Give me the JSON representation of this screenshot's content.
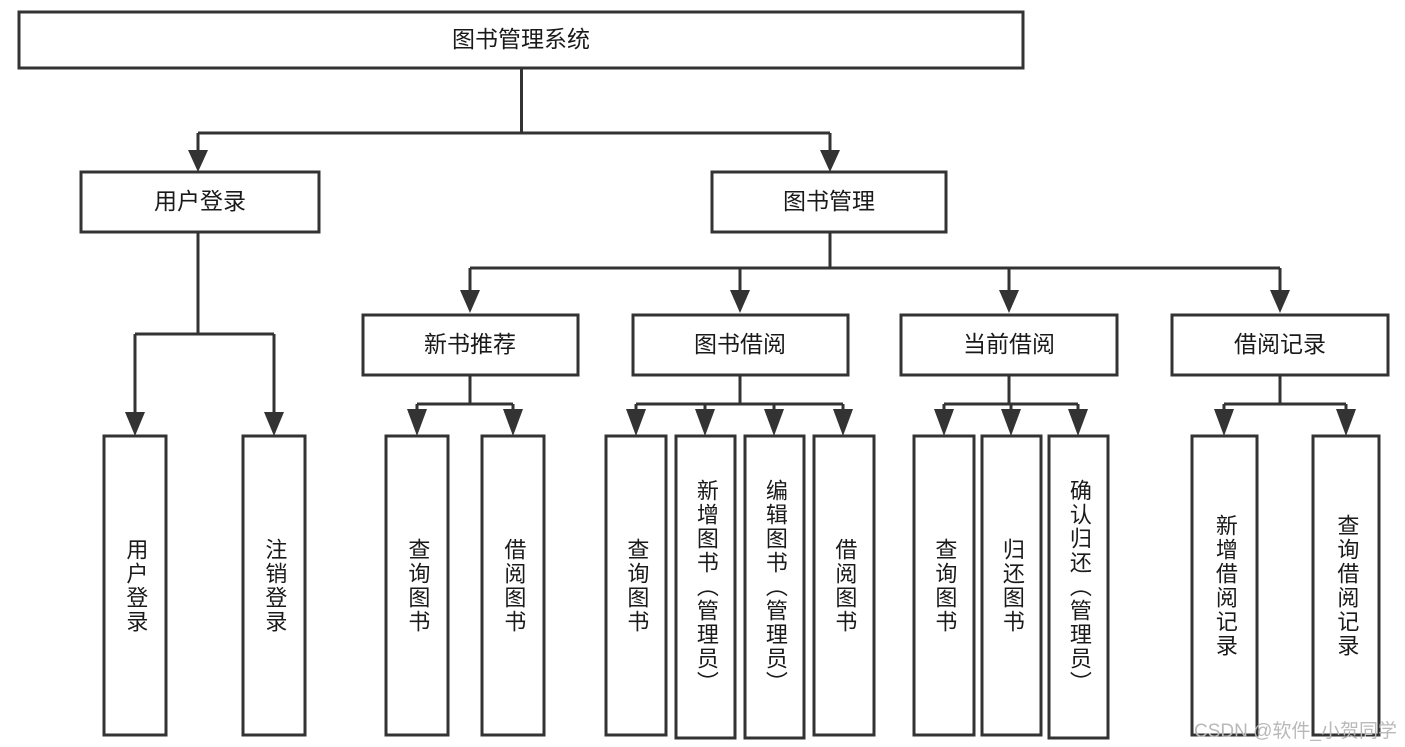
{
  "diagram": {
    "title": "图书管理系统",
    "type": "hierarchy-tree",
    "root": {
      "id": "root",
      "label": "图书管理系统"
    },
    "level1": [
      {
        "id": "user-login",
        "label": "用户登录"
      },
      {
        "id": "book-management",
        "label": "图书管理"
      }
    ],
    "level2": [
      {
        "id": "new-book-recommend",
        "label": "新书推荐",
        "parent": "book-management"
      },
      {
        "id": "book-borrow",
        "label": "图书借阅",
        "parent": "book-management"
      },
      {
        "id": "current-borrow",
        "label": "当前借阅",
        "parent": "book-management"
      },
      {
        "id": "borrow-record",
        "label": "借阅记录",
        "parent": "book-management"
      }
    ],
    "leaves": {
      "user-login": [
        {
          "id": "leaf-user-login",
          "label": "用户登录"
        },
        {
          "id": "leaf-user-logout",
          "label": "注销登录"
        }
      ],
      "new-book-recommend": [
        {
          "id": "leaf-query-book-1",
          "label": "查询图书"
        },
        {
          "id": "leaf-borrow-book-1",
          "label": "借阅图书"
        }
      ],
      "book-borrow": [
        {
          "id": "leaf-query-book-2",
          "label": "查询图书"
        },
        {
          "id": "leaf-add-book",
          "label": "新增图书（管理员）"
        },
        {
          "id": "leaf-edit-book",
          "label": "编辑图书（管理员）"
        },
        {
          "id": "leaf-borrow-book-2",
          "label": "借阅图书"
        }
      ],
      "current-borrow": [
        {
          "id": "leaf-query-book-3",
          "label": "查询图书"
        },
        {
          "id": "leaf-return-book",
          "label": "归还图书"
        },
        {
          "id": "leaf-confirm-return",
          "label": "确认归还（管理员）"
        }
      ],
      "borrow-record": [
        {
          "id": "leaf-add-record",
          "label": "新增借阅记录"
        },
        {
          "id": "leaf-query-record",
          "label": "查询借阅记录"
        }
      ]
    }
  },
  "watermark": {
    "text": "CSDN @软件_小贺同学"
  },
  "colors": {
    "stroke": "#333333",
    "box_fill": "#ffffff",
    "text": "#1a1a1a",
    "watermark": "#b9b9b9",
    "background": "#ffffff"
  }
}
